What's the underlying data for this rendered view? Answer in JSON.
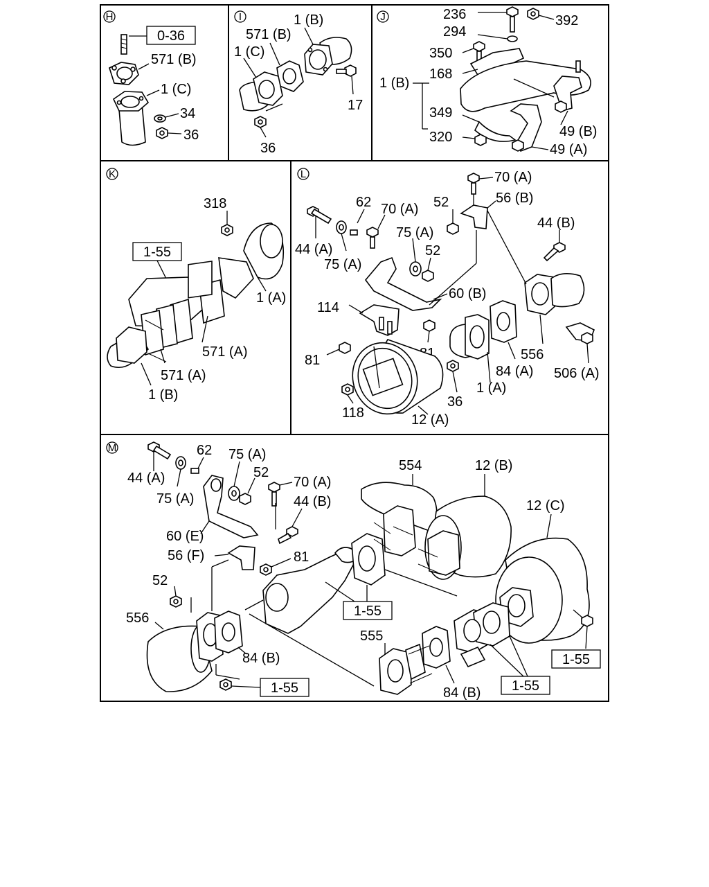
{
  "panels": {
    "H": {
      "marker": "H",
      "ref_box": "0-36",
      "labels": {
        "l571b": "571 (B)",
        "l1c": "1 (C)",
        "l34": "34",
        "l36": "36"
      }
    },
    "I": {
      "marker": "I",
      "labels": {
        "l1b": "1 (B)",
        "l571b": "571 (B)",
        "l1c": "1 (C)",
        "l17": "17",
        "l36": "36"
      }
    },
    "J": {
      "marker": "J",
      "labels": {
        "l236": "236",
        "l392": "392",
        "l294": "294",
        "l350": "350",
        "l168": "168",
        "l1b": "1 (B)",
        "l349": "349",
        "l320": "320",
        "l49b": "49 (B)",
        "l49a": "49 (A)"
      }
    },
    "K": {
      "marker": "K",
      "ref_box": "1-55",
      "labels": {
        "l318": "318",
        "l1a": "1 (A)",
        "l571a1": "571 (A)",
        "l571a2": "571 (A)",
        "l1b": "1 (B)"
      }
    },
    "L": {
      "marker": "L",
      "labels": {
        "l70a1": "70 (A)",
        "l62": "62",
        "l70a2": "70 (A)",
        "l52a": "52",
        "l56b": "56 (B)",
        "l44b": "44 (B)",
        "l44a": "44 (A)",
        "l75a1": "75 (A)",
        "l75a2": "75 (A)",
        "l52b": "52",
        "l60b": "60 (B)",
        "l114": "114",
        "l81a": "81",
        "l81b": "81",
        "l84a": "84 (A)",
        "l556": "556",
        "l506a": "506 (A)",
        "l1a": "1 (A)",
        "l36": "36",
        "l118": "118",
        "l12a": "12 (A)"
      }
    },
    "M": {
      "marker": "M",
      "ref_boxes": [
        "1-55",
        "1-55",
        "1-55",
        "1-55"
      ],
      "labels": {
        "l62": "62",
        "l75a1": "75 (A)",
        "l52a": "52",
        "l70a": "70 (A)",
        "l44a": "44 (A)",
        "l75a2": "75 (A)",
        "l44b": "44 (B)",
        "l554": "554",
        "l12b": "12 (B)",
        "l12c": "12 (C)",
        "l60e": "60 (E)",
        "l56f": "56 (F)",
        "l81": "81",
        "l52b": "52",
        "l556": "556",
        "l84b1": "84 (B)",
        "l555": "555",
        "l84b2": "84 (B)"
      }
    }
  }
}
